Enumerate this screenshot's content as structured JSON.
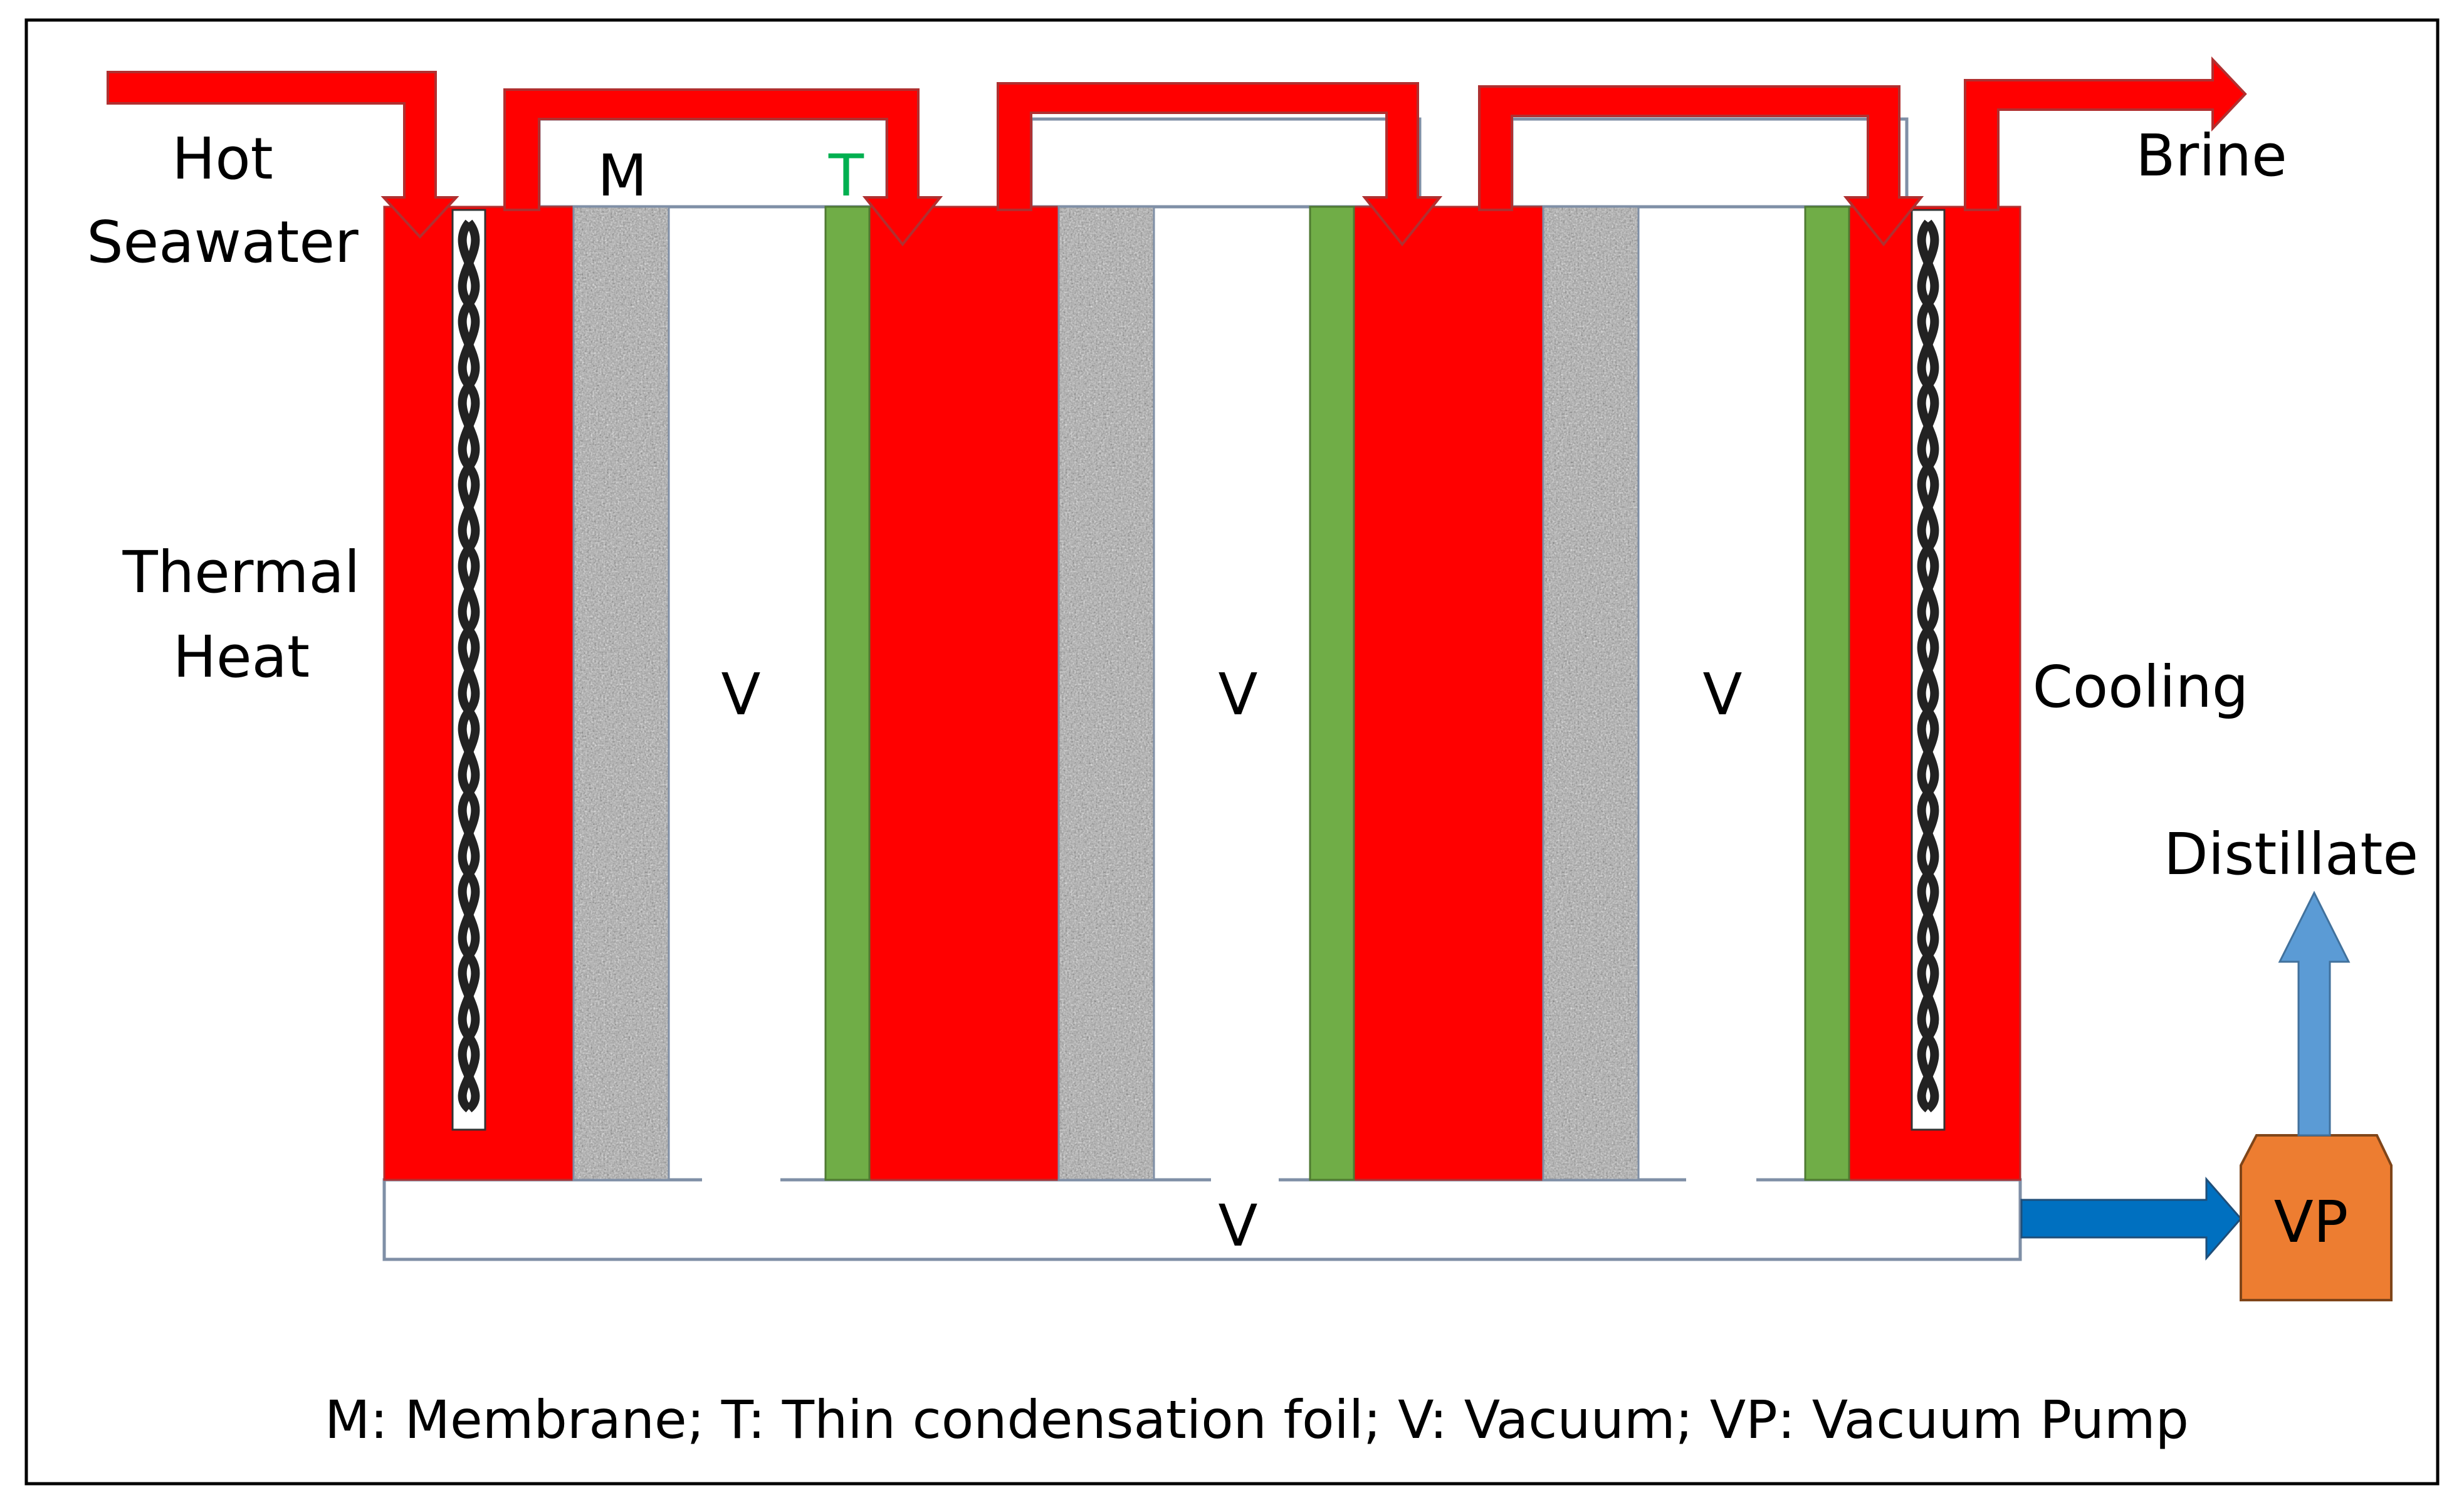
{
  "labels": {
    "hot": "Hot",
    "seawater": "Seawater",
    "thermal": "Thermal",
    "heat": "Heat",
    "brine": "Brine",
    "cooling": "Cooling",
    "distillate": "Distillate",
    "membrane_tag": "M",
    "foil_tag": "T",
    "vacuum_gap_1": "V",
    "vacuum_gap_2": "V",
    "vacuum_gap_3": "V",
    "vacuum_channel": "V",
    "pump": "VP",
    "legend": "M: Membrane; T: Thin condensation foil; V: Vacuum; VP: Vacuum Pump"
  },
  "colors": {
    "hot_fluid": "#ff0000",
    "condensation_foil": "#70ad47",
    "membrane": "#a6a6a6",
    "vacuum_pump": "#ed7d31",
    "vacuum_flow_arrow": "#0070c0",
    "distillate_arrow": "#5b9bd5",
    "foil_label": "#00b050"
  },
  "icons": {
    "heating_coil": "twisted-coil-icon",
    "cooling_coil": "twisted-coil-icon"
  }
}
